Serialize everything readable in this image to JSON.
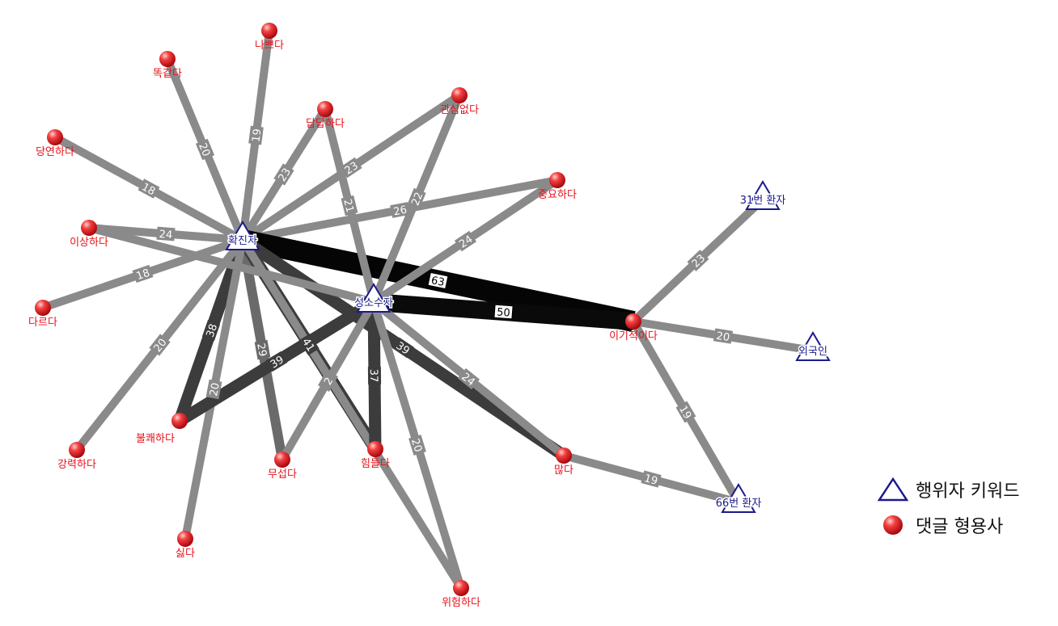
{
  "network": {
    "nodes": [
      {
        "id": "hwakjinja",
        "label": "확진자",
        "kind": "actor"
      },
      {
        "id": "seongsosuja",
        "label": "성소수자",
        "kind": "actor"
      },
      {
        "id": "31beon",
        "label": "31번 환자",
        "kind": "actor"
      },
      {
        "id": "oegugin",
        "label": "외국인",
        "kind": "actor"
      },
      {
        "id": "66beon",
        "label": "66번 환자",
        "kind": "actor"
      },
      {
        "id": "nappeuda",
        "label": "나쁘다",
        "kind": "adjective"
      },
      {
        "id": "ttokgatda",
        "label": "똑같다",
        "kind": "adjective"
      },
      {
        "id": "dapdaphada",
        "label": "답답하다",
        "kind": "adjective"
      },
      {
        "id": "gwansimeopda",
        "label": "관심없다",
        "kind": "adjective"
      },
      {
        "id": "dangyeonhada",
        "label": "당연하다",
        "kind": "adjective"
      },
      {
        "id": "jungyohada",
        "label": "중요하다",
        "kind": "adjective"
      },
      {
        "id": "isanghada",
        "label": "이상하다",
        "kind": "adjective"
      },
      {
        "id": "dareuda",
        "label": "다르다",
        "kind": "adjective"
      },
      {
        "id": "igijeogida",
        "label": "이기적이다",
        "kind": "adjective"
      },
      {
        "id": "bulkwaehada",
        "label": "불쾌하다",
        "kind": "adjective"
      },
      {
        "id": "gangnyeokhada",
        "label": "강력하다",
        "kind": "adjective"
      },
      {
        "id": "museopda",
        "label": "무섭다",
        "kind": "adjective"
      },
      {
        "id": "himdeulda",
        "label": "힘들다",
        "kind": "adjective"
      },
      {
        "id": "manta",
        "label": "많다",
        "kind": "adjective"
      },
      {
        "id": "silda",
        "label": "싫다",
        "kind": "adjective"
      },
      {
        "id": "wiheomhada",
        "label": "위험하다",
        "kind": "adjective"
      }
    ],
    "edges": [
      {
        "source": "hwakjinja",
        "target": "nappeuda",
        "weight": "19"
      },
      {
        "source": "hwakjinja",
        "target": "ttokgatda",
        "weight": "20"
      },
      {
        "source": "hwakjinja",
        "target": "dapdaphada",
        "weight": "23"
      },
      {
        "source": "hwakjinja",
        "target": "gwansimeopda",
        "weight": "23"
      },
      {
        "source": "hwakjinja",
        "target": "dangyeonhada",
        "weight": "18"
      },
      {
        "source": "hwakjinja",
        "target": "jungyohada",
        "weight": "26"
      },
      {
        "source": "hwakjinja",
        "target": "isanghada",
        "weight": "24"
      },
      {
        "source": "hwakjinja",
        "target": "dareuda",
        "weight": "18"
      },
      {
        "source": "hwakjinja",
        "target": "igijeogida",
        "weight": "63"
      },
      {
        "source": "hwakjinja",
        "target": "bulkwaehada",
        "weight": "38"
      },
      {
        "source": "hwakjinja",
        "target": "gangnyeokhada",
        "weight": "20"
      },
      {
        "source": "hwakjinja",
        "target": "museopda",
        "weight": "29"
      },
      {
        "source": "hwakjinja",
        "target": "himdeulda",
        "weight": "41"
      },
      {
        "source": "hwakjinja",
        "target": "manta",
        "weight": "39"
      },
      {
        "source": "hwakjinja",
        "target": "silda",
        "weight": "20"
      },
      {
        "source": "hwakjinja",
        "target": "wiheomhada",
        "weight": ""
      },
      {
        "source": "seongsosuja",
        "target": "igijeogida",
        "weight": "50"
      },
      {
        "source": "seongsosuja",
        "target": "dapdaphada",
        "weight": "21"
      },
      {
        "source": "seongsosuja",
        "target": "gwansimeopda",
        "weight": "22"
      },
      {
        "source": "seongsosuja",
        "target": "jungyohada",
        "weight": "24"
      },
      {
        "source": "seongsosuja",
        "target": "isanghada",
        "weight": ""
      },
      {
        "source": "seongsosuja",
        "target": "bulkwaehada",
        "weight": "39"
      },
      {
        "source": "seongsosuja",
        "target": "himdeulda",
        "weight": "37"
      },
      {
        "source": "seongsosuja",
        "target": "museopda",
        "weight": "2"
      },
      {
        "source": "seongsosuja",
        "target": "wiheomhada",
        "weight": "20"
      },
      {
        "source": "seongsosuja",
        "target": "manta",
        "weight": "24"
      },
      {
        "source": "igijeogida",
        "target": "31beon",
        "weight": "23"
      },
      {
        "source": "igijeogida",
        "target": "oegugin",
        "weight": "20"
      },
      {
        "source": "igijeogida",
        "target": "66beon",
        "weight": "19"
      },
      {
        "source": "manta",
        "target": "66beon",
        "weight": "19"
      }
    ]
  },
  "legend": {
    "actor_label": "행위자 키워드",
    "adjective_label": "댓글 형용사",
    "actor_color": "#1a1a8c",
    "adjective_color": "#e8101a"
  }
}
